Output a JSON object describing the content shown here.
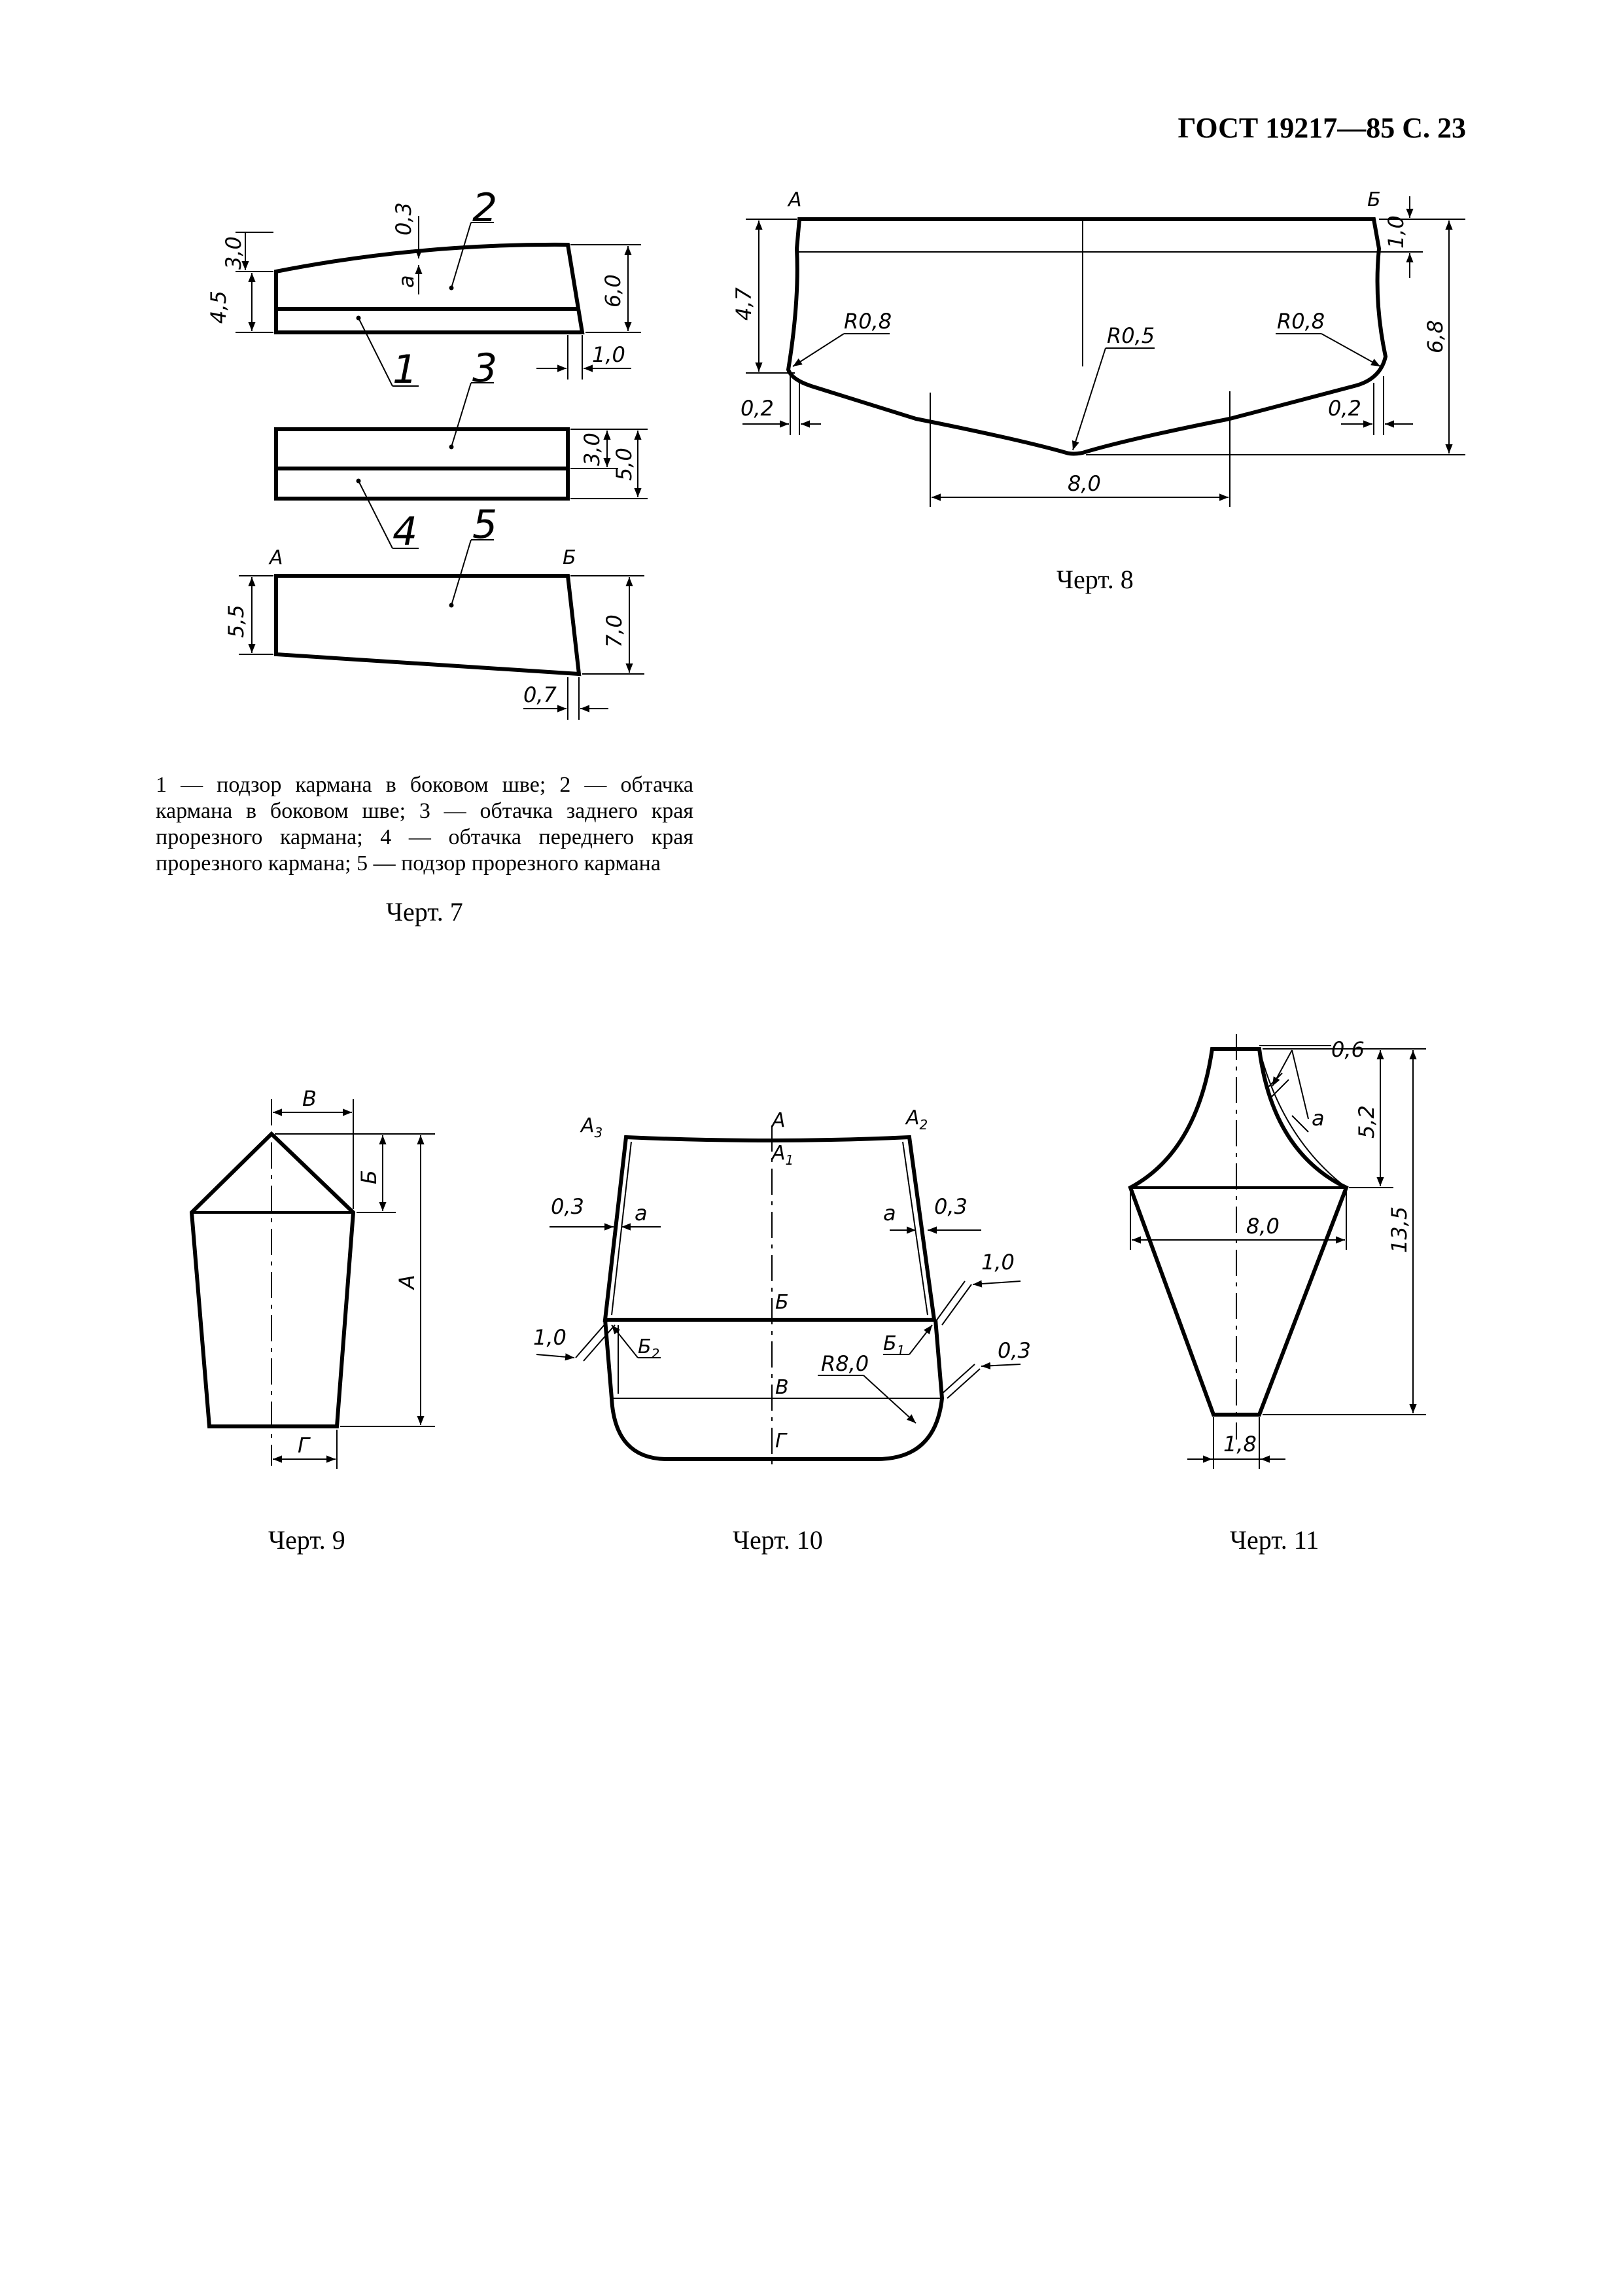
{
  "header": {
    "title": "ГОСТ 19217—85 С. 23"
  },
  "figure7": {
    "caption": "Черт. 7",
    "legend": "1 — подзор кармана в боковом шве; 2 — обтачка кармана в боковом шве; 3 — обтачка заднего края прорезного кармана; 4 — обтачка переднего края прорезного кармана; 5 — подзор прорезного кармана",
    "labels": {
      "n1": "1",
      "n2": "2",
      "n3": "3",
      "n4": "4",
      "n5": "5",
      "d03": "0,3",
      "d30a": "3,0",
      "d45": "4,5",
      "d60": "6,0",
      "d10": "1,0",
      "a": "a",
      "d30b": "3,0",
      "d50": "5,0",
      "A": "А",
      "B": "Б",
      "d55": "5,5",
      "d70": "7,0",
      "d07": "0,7"
    }
  },
  "figure8": {
    "caption": "Черт. 8",
    "labels": {
      "A": "А",
      "B": "Б",
      "d47": "4,7",
      "d10": "1,0",
      "d68": "6,8",
      "r08l": "R0,8",
      "r05": "R0,5",
      "r08r": "R0,8",
      "d02l": "0,2",
      "d02r": "0,2",
      "d80": "8,0"
    }
  },
  "figure9": {
    "caption": "Черт. 9",
    "labels": {
      "V": "В",
      "B": "Б",
      "A": "А",
      "G": "Г"
    }
  },
  "figure10": {
    "caption": "Черт. 10",
    "labels": {
      "A": "А",
      "A1": "А",
      "A1sub": "1",
      "A2": "А",
      "A2sub": "2",
      "A3": "А",
      "A3sub": "3",
      "d03l": "0,3",
      "al": "a",
      "ar": "a",
      "d03r": "0,3",
      "d10r": "1,0",
      "B": "Б",
      "B1": "Б",
      "B1sub": "1",
      "B2": "Б",
      "B2sub": "2",
      "d10l": "1,0",
      "V": "В",
      "r80": "R8,0",
      "d03b": "0,3",
      "G": "Г"
    }
  },
  "figure11": {
    "caption": "Черт. 11",
    "labels": {
      "d06": "0,6",
      "a": "a",
      "d52": "5,2",
      "d135": "13,5",
      "d80": "8,0",
      "d18": "1,8"
    }
  }
}
